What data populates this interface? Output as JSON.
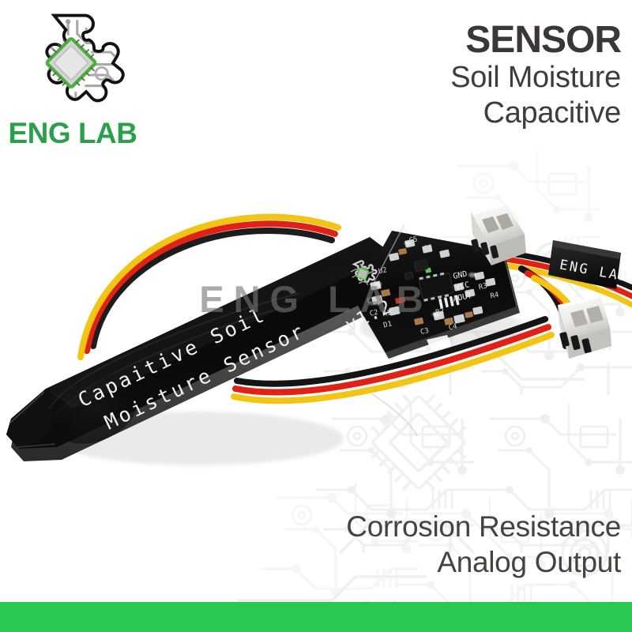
{
  "brand": {
    "name": "ENG LAB",
    "logo_icon": "puzzle-circuit-chip-logo",
    "logo_color": "#2ba04a",
    "accent_color": "#28c952"
  },
  "header": {
    "title": "SENSOR",
    "title_color": "#3a3735",
    "subtitle_lines": [
      "Soil Moisture",
      "Capacitive"
    ]
  },
  "footer": {
    "feature_lines": [
      "Corrosion Resistance",
      "Analog Output"
    ]
  },
  "watermark": {
    "text": "ENG LAB",
    "color": "rgba(120,118,116,0.62)"
  },
  "product": {
    "pcb_silkscreen": {
      "line1": "Capaitive Soil",
      "line2": "Moisture Sensor",
      "version": "v1.2",
      "logo": "ENG LAB"
    },
    "component_labels": [
      "U2",
      "C1",
      "C2",
      "C3",
      "C4",
      "C5",
      "C6",
      "R1",
      "R2",
      "R3",
      "R4",
      "D1"
    ],
    "pin_labels": [
      "GND",
      "VCC",
      "AOUT"
    ],
    "cable_tag": "ENG LAB",
    "wire_colors": {
      "signal": "#f2c413",
      "power": "#e02216",
      "ground": "#141414"
    },
    "connector": "jst-3pin-white",
    "pcb_color": "#0a0a0a"
  }
}
